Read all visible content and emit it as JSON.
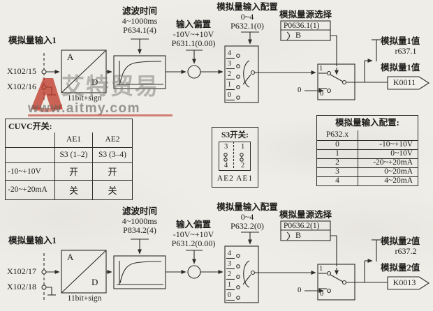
{
  "colors": {
    "ink": "#2e2c29",
    "paper": "#efede7",
    "watermark_red": "#bf3b2c",
    "watermark_gray": "#8d8b87"
  },
  "ch1": {
    "input_label": "模拟量输入1",
    "terminal1": "X102/15",
    "terminal2": "X102/16",
    "ad_a": "A",
    "ad_d": "D",
    "ad_caption": "11bit+sign",
    "filter_title": "滤波时间",
    "filter_range": "4~1000ms",
    "filter_param": "P634.1(4)",
    "offset_title": "输入偏置",
    "offset_range": "-10V~+10V",
    "offset_param": "P631.1(0.00)",
    "config_title": "模拟量输入配置",
    "config_range": "0~4",
    "config_param": "P632.1(0)",
    "source_title": "模拟量源选择",
    "source_param": "P0636.1(1)",
    "source_type": "B",
    "sel": [
      "4",
      "3",
      "2",
      "1",
      "0"
    ],
    "sw_on": "1",
    "sw_off": "0",
    "sw_ext": "0",
    "monitor_label": "模拟量1值",
    "monitor_param": "r637.1",
    "output_label": "模拟量1值",
    "output_connector": "K0011"
  },
  "ch2": {
    "input_label": "模拟量输入1",
    "terminal1": "X102/17",
    "terminal2": "X102/18",
    "ad_a": "A",
    "ad_d": "D",
    "ad_caption": "11bit+sign",
    "filter_title": "滤波时间",
    "filter_range": "4~1000ms",
    "filter_param": "P834.2(4)",
    "offset_title": "输入偏置",
    "offset_range": "-10V~+10V",
    "offset_param": "P631.2(0.00)",
    "config_title": "模拟量输入配置",
    "config_range": "0~4",
    "config_param": "P632.2(0)",
    "source_title": "模拟量源选择",
    "source_param": "P0636.2(1)",
    "source_type": "B",
    "sel": [
      "4",
      "3",
      "2",
      "1",
      "0"
    ],
    "sw_on": "1",
    "sw_off": "0",
    "sw_ext": "0",
    "monitor_label": "模拟量2值",
    "monitor_param": "r637.2",
    "output_label": "模拟量2值",
    "output_connector": "K0013"
  },
  "cuvc_table": {
    "title": "CUVC开关:",
    "headers": [
      "",
      "AE1",
      "AE2"
    ],
    "rows": [
      [
        "",
        "S3 (1–2)",
        "S3 (3–4)"
      ],
      [
        "-10~+10V",
        "开",
        "开"
      ],
      [
        "-20~+20mA",
        "关",
        "关"
      ]
    ]
  },
  "s3_box": {
    "title": "S3开关:",
    "top_left": "3",
    "top_right": "1",
    "bottom_left": "4",
    "bottom_right": "2",
    "footer": "AE2 AE1"
  },
  "config_table": {
    "title": "模拟量输入配置:",
    "header": "P632.x",
    "rows": [
      [
        "0",
        "-10~+10V"
      ],
      [
        "1",
        "0~10V"
      ],
      [
        "2",
        "-20~+20mA"
      ],
      [
        "3",
        "0~20mA"
      ],
      [
        "4",
        "4~20mA"
      ]
    ]
  },
  "watermark": {
    "brand": "艾特贸易",
    "url": "www.aitmy.com"
  }
}
